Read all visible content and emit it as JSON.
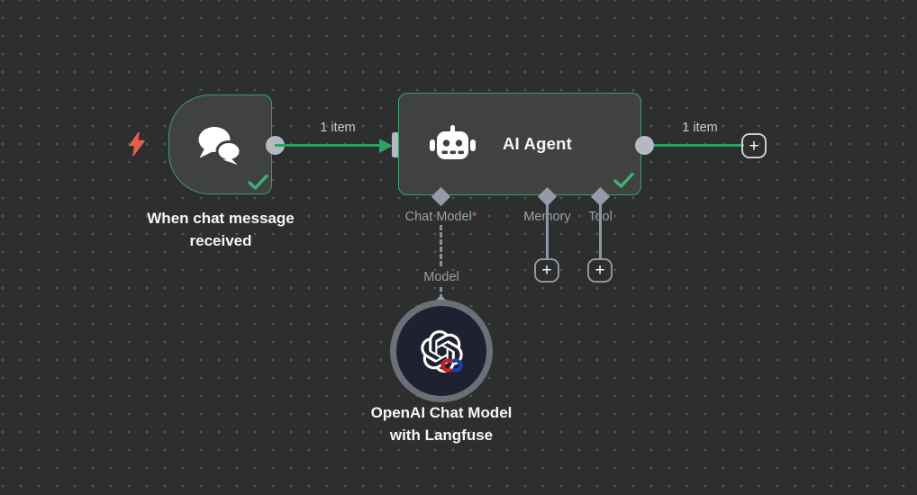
{
  "workflow": {
    "trigger": {
      "title": "When chat message received",
      "icon": "chat-bubbles-icon",
      "status": "success"
    },
    "agent": {
      "title": "AI Agent",
      "icon": "robot-icon",
      "status": "success",
      "sub_inputs": [
        {
          "label": "Chat Model",
          "required": "*"
        },
        {
          "label": "Memory"
        },
        {
          "label": "Tool"
        }
      ]
    },
    "model": {
      "line1": "OpenAI Chat Model",
      "line2": "with Langfuse",
      "port_label": "Model",
      "icon": "openai-icon",
      "badge_icon": "langfuse-badge-icon"
    },
    "connections": {
      "in_label": "1 item",
      "out_label": "1 item"
    },
    "plus": "+"
  },
  "colors": {
    "canvas_bg": "#2d2e2e",
    "grid_dot": "#535454",
    "node_fill": "#404242",
    "node_border_green": "#3da06b",
    "wire_green": "#2ca360",
    "check_green": "#3fb274",
    "handle_gray": "#b5b8c2",
    "diamond_gray": "#9599a9",
    "port_label_gray": "#9a9ea7",
    "item_label_gray": "#c7cad0",
    "trigger_bolt_red": "#e0604d",
    "required_red": "#e25c4d",
    "model_ring_gray": "#6d6f77",
    "model_fill_navy": "#1f2130",
    "badge_red": "#c7231f",
    "badge_blue": "#1e3fae"
  }
}
